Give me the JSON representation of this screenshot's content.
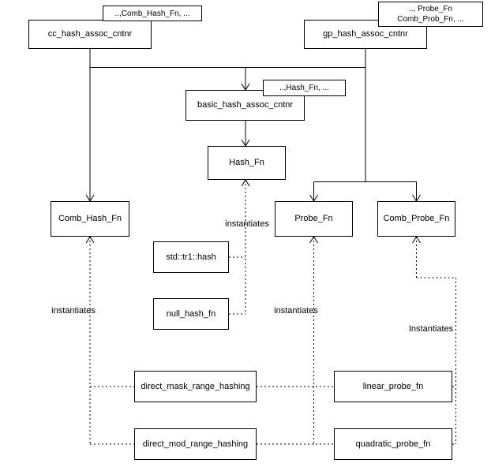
{
  "diagram": {
    "nodes": {
      "cc_hash": {
        "label": "cc_hash_assoc_cntnr",
        "params": "..,Comb_Hash_Fn, ..."
      },
      "gp_hash": {
        "label": "gp_hash_assoc_cntnr",
        "params_line1": ".., Probe_Fn",
        "params_line2": "Comb_Prob_Fn, ..."
      },
      "basic_hash": {
        "label": "basic_hash_assoc_cntnr",
        "params": "..,Hash_Fn, ..."
      },
      "hash_fn": {
        "label": "Hash_Fn"
      },
      "comb_hash_fn": {
        "label": "Comb_Hash_Fn"
      },
      "probe_fn": {
        "label": "Probe_Fn"
      },
      "comb_probe_fn": {
        "label": "Comb_Probe_Fn"
      },
      "std_tr1_hash": {
        "label": "std::tr1::hash"
      },
      "null_hash_fn": {
        "label": "null_hash_fn"
      },
      "direct_mask_range_hashing": {
        "label": "direct_mask_range_hashing"
      },
      "direct_mod_range_hashing": {
        "label": "direct_mod_range_hashing"
      },
      "linear_probe_fn": {
        "label": "linear_probe_fn"
      },
      "quadratic_probe_fn": {
        "label": "quadratic_probe_fn"
      }
    },
    "edge_labels": {
      "hash_fn": "instantiates",
      "comb_hash_fn": "instantiates",
      "probe_fn": "instantiates",
      "comb_probe_fn": "Instantiates"
    },
    "colors": {
      "line": "#000000",
      "box_border": "#000000",
      "background": "#ffffff",
      "text": "#000000"
    }
  }
}
